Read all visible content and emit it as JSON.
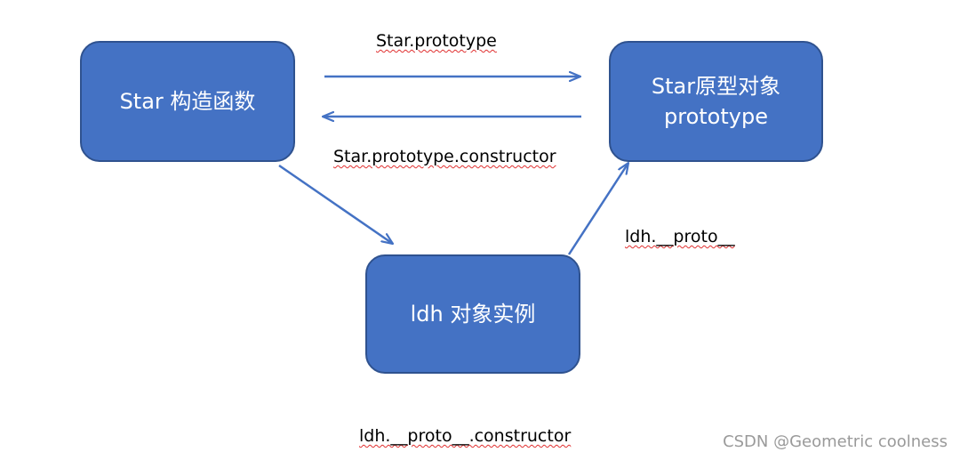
{
  "nodes": {
    "constructor": {
      "line1": "Star 构造函数",
      "line2": ""
    },
    "prototype": {
      "line1": "Star原型对象",
      "line2": "prototype"
    },
    "instance": {
      "line1": "ldh 对象实例",
      "line2": ""
    }
  },
  "edges": {
    "constructor_to_prototype": "Star.prototype",
    "prototype_to_constructor": "Star.prototype.constructor",
    "instance_to_prototype": "ldh.__proto__",
    "instance_proto_constructor": "ldh.__proto__.constructor"
  },
  "watermark": "CSDN @Geometric coolness",
  "colors": {
    "node_fill": "#4472c4",
    "node_border": "#2f528f",
    "arrow": "#4472c4"
  }
}
